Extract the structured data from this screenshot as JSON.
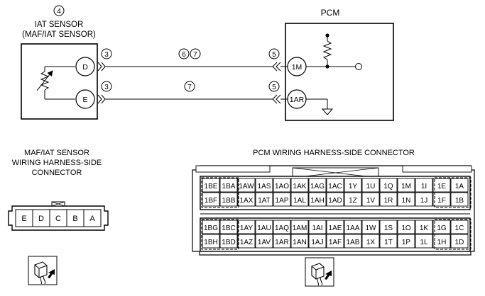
{
  "iat_sensor": {
    "circle_no": "4",
    "title": "IAT SENSOR",
    "subtitle": "(MAF/IAT SENSOR)",
    "pins": [
      "D",
      "E"
    ]
  },
  "pcm": {
    "title": "PCM",
    "pins": [
      "1M",
      "1AR"
    ]
  },
  "wiring": {
    "sensor_connector_mark": "3",
    "pcm_connector_mark": "5",
    "upper_wire_marks": [
      "6",
      "7"
    ],
    "lower_wire_mark": "7"
  },
  "sensor_connector": {
    "caption": [
      "MAF/IAT SENSOR",
      "WIRING HARNESS-SIDE",
      "CONNECTOR"
    ],
    "pins": [
      "E",
      "D",
      "C",
      "B",
      "A"
    ]
  },
  "pcm_connector": {
    "caption": "PCM WIRING HARNESS-SIDE CONNECTOR",
    "upper_block": [
      [
        "1BE",
        "1BA",
        "1AW",
        "1AS",
        "1AO",
        "1AK",
        "1AG",
        "1AC",
        "1Y",
        "1U",
        "1Q",
        "1M",
        "1I",
        "1E",
        "1A"
      ],
      [
        "1BF",
        "1BB",
        "1AX",
        "1AT",
        "1AP",
        "1AL",
        "1AH",
        "1AD",
        "1Z",
        "1V",
        "1R",
        "1N",
        "1J",
        "1F",
        "1B"
      ]
    ],
    "lower_block": [
      [
        "1BG",
        "1BC",
        "1AY",
        "1AU",
        "1AQ",
        "1AM",
        "1AI",
        "1AE",
        "1AA",
        "1W",
        "1S",
        "1O",
        "1K",
        "1G",
        "1C"
      ],
      [
        "1BH",
        "1BD",
        "1AZ",
        "1AV",
        "1AR",
        "1AN",
        "1AJ",
        "1AF",
        "1AB",
        "1X",
        "1T",
        "1P",
        "1L",
        "1H",
        "1D"
      ]
    ]
  }
}
